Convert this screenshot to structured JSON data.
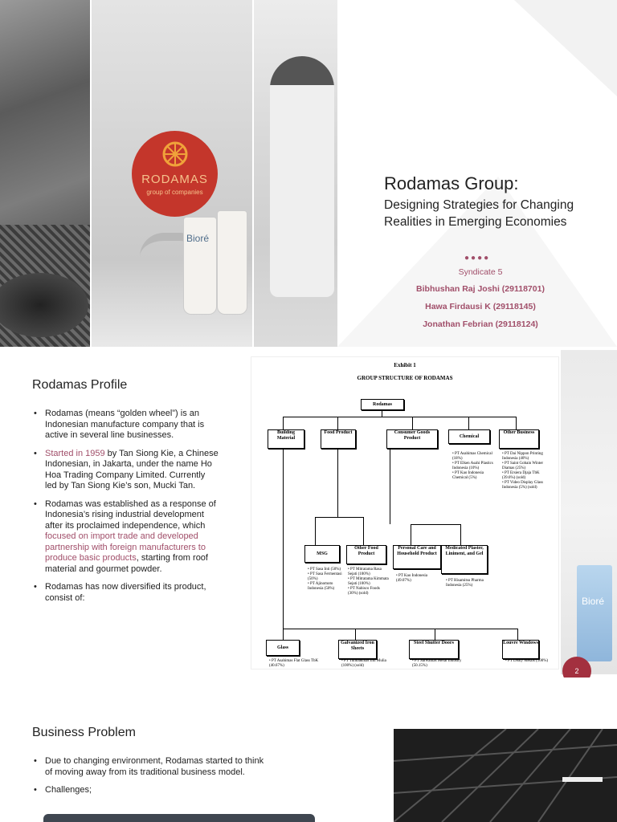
{
  "slide1": {
    "logo": {
      "name": "RODAMAS",
      "tagline": "group of companies"
    },
    "product_brand": "Bioré",
    "title": "Rodamas Group:",
    "subtitle": "Designing Strategies for Changing Realities in Emerging Economies",
    "dots": "●●●●",
    "syndicate": "Syndicate 5",
    "members": [
      "Bibhushan Raj Joshi (29118701)",
      "Hawa Firdausi K (29118145)",
      "Jonathan Febrian (29118124)"
    ]
  },
  "slide2": {
    "heading": "Rodamas Profile",
    "bullets": {
      "b1": "Rodamas (means “golden wheel”) is an Indonesian manufacture company that is active in several line businesses.",
      "b2_highlight": "Started in 1959",
      "b2_rest": " by Tan Siong Kie, a Chinese Indonesian, in Jakarta, under the name Ho Hoa Trading Company Limited. Currently led by Tan Siong Kie’s son, Mucki Tan.",
      "b3_start": "Rodamas was established as a response of Indonesia’s rising industrial development after its proclaimed independence, which ",
      "b3_highlight": "focused on import trade and developed partnership with foreign manufacturers to produce basic products",
      "b3_end": ", starting from roof material and gourmet powder.",
      "b4": "Rodamas has now diversified its product, consist of:"
    },
    "exhibit": {
      "label": "Exhibit 1",
      "title": "GROUP STRUCTURE OF RODAMAS",
      "root": "Rodamas",
      "level1": [
        "Building Material",
        "Food Product",
        "Consumer Goods Product",
        "Chemical",
        "Other Business"
      ],
      "level2": [
        "MSG",
        "Other Food Product",
        "Personal Care and Household Product",
        "Medicated Plaster, Liniment, and Gel"
      ],
      "level3": [
        "Glass",
        "Galvanized Iron Sheets",
        "Steel Shutter Doors",
        "Louvre Windows"
      ],
      "notes": {
        "chemical": "• PT Asahimas Chemical (18%)\n• PT Elken Asahi Plastics Indonesia (10%)\n• PT Kao Indonesia Chemical (5%)",
        "other": "• PT Dai Nippon Printing Indonesia (40%)\n• PT Saint Gobain Winter Diamas (25%)\n• PT Ersiera Djaja TbK (39.6%) (sold)\n• PT Video Display Glass Indonesia (5%) (sold)",
        "msg": "• PT Sasa Inti (50%)\n• PT Sasa Fermentasi (50%)\n• PT Ajinomoto Indonesia (50%)",
        "otherfood": "• PT Mitratama Rasa Sejati (100%)\n• PT Mitratama Kimmata Sejati (100%)\n• PT Nabisco Foods (30%) (sold)",
        "personal": "• PT Kao Indonesia (49.07%)",
        "medicated": "• PT Hisamitsu Pharma Indonesia (25%)",
        "glass": "• PT Asahimas Flat Glass TbK (40.67%)",
        "galvanized": "• PT Tumbakmas Inti Mulia (100%) (sold)",
        "steel": "• PT Sarwamas Metal Industry (50.15%)",
        "louvre": "• PT Disky Metals (100%)"
      }
    },
    "page_number": "2"
  },
  "slide3": {
    "heading": "Business Problem",
    "bullets": [
      "Due to changing environment, Rodamas started to think of moving away from its traditional business model.",
      "Challenges;"
    ]
  }
}
